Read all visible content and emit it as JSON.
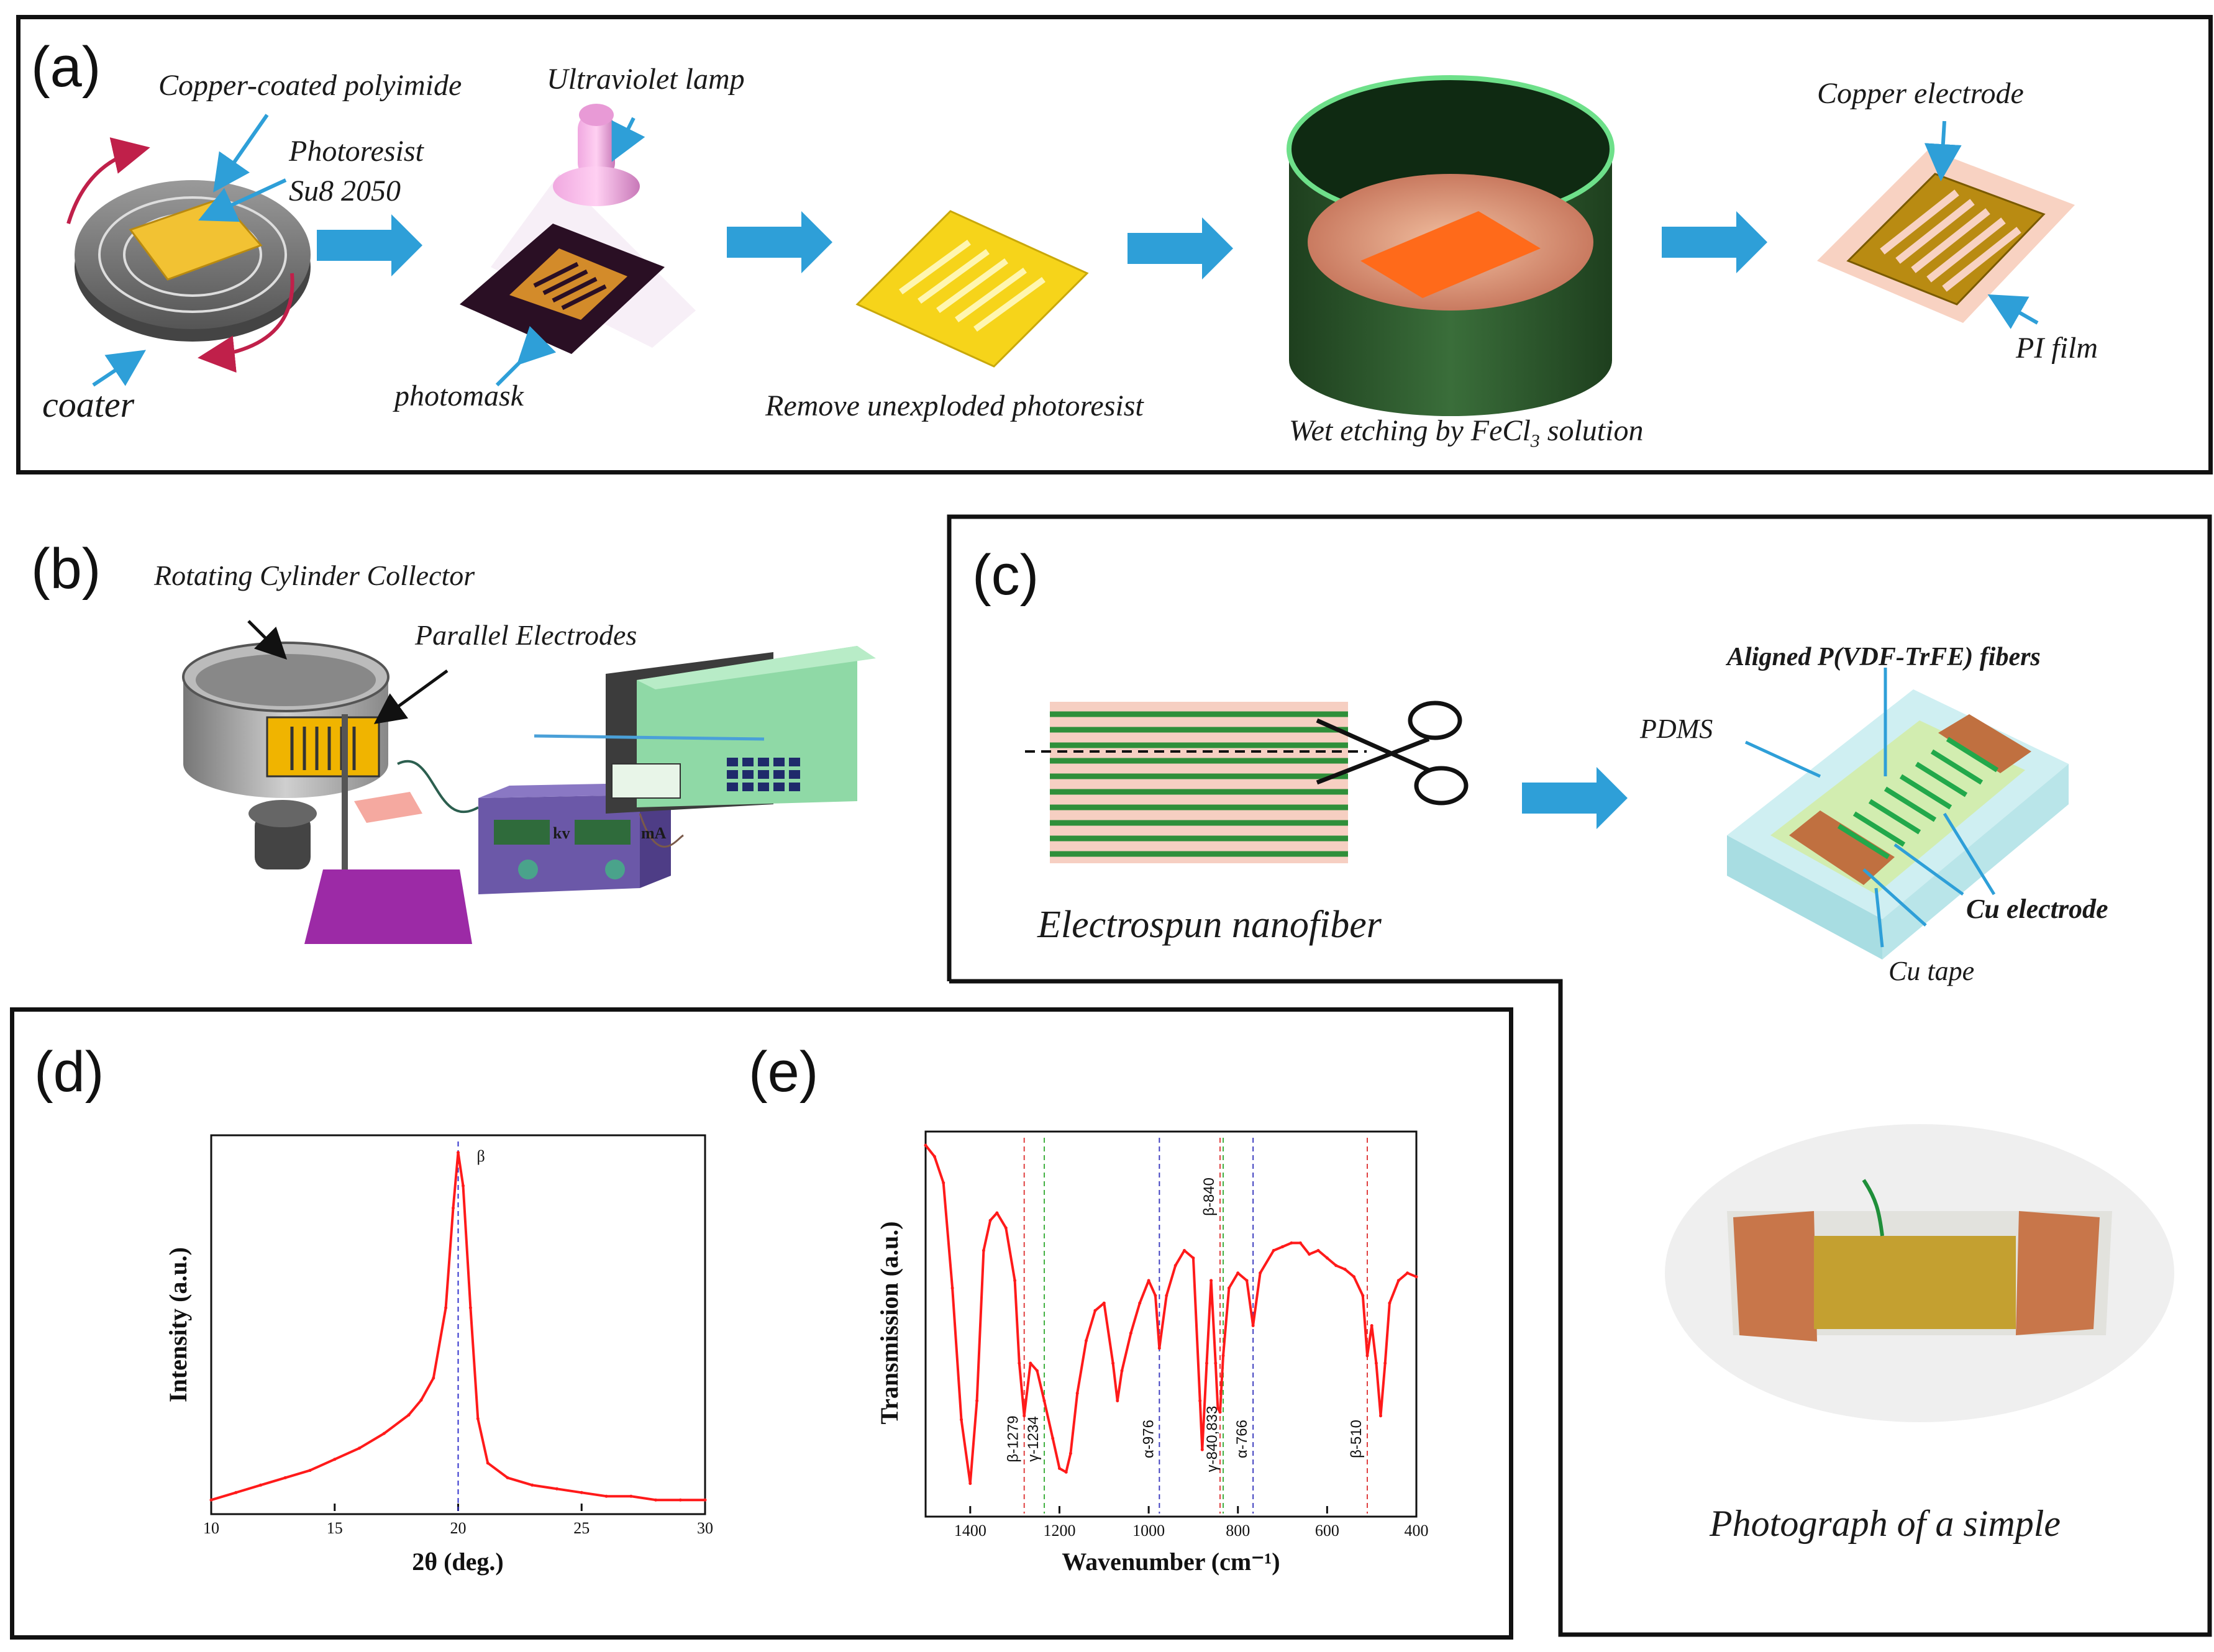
{
  "panels": {
    "a": {
      "letter": "(a)",
      "labels": {
        "copper_polyimide": "Copper-coated polyimide",
        "photoresist_1": "Photoresist",
        "photoresist_2": "Su8 2050",
        "coater": "coater",
        "uv_lamp": "Ultraviolet lamp",
        "photomask": "photomask",
        "remove": "Remove unexploded photoresist",
        "wet_etch_prefix": "Wet etching by FeCl",
        "wet_etch_sub": "3",
        "wet_etch_suffix": " solution",
        "copper_electrode": "Copper electrode",
        "pi_film": "PI film"
      }
    },
    "b": {
      "letter": "(b)",
      "labels": {
        "collector": "Rotating Cylinder Collector",
        "electrodes": "Parallel Electrodes",
        "kv": "kv",
        "ma": "mA"
      }
    },
    "c": {
      "letter": "(c)",
      "labels": {
        "nanofiber": "Electrospun nanofiber",
        "aligned": "Aligned  P(VDF-TrFE)  fibers",
        "pdms": "PDMS",
        "cu_electrode": "Cu  electrode",
        "cu_tape": "Cu tape",
        "photo": "Photograph of a simple"
      }
    },
    "d": {
      "letter": "(d)"
    },
    "e": {
      "letter": "(e)"
    }
  },
  "colors": {
    "arrow": "#2e9fd8",
    "curve": "#ff1a1a",
    "copper": "#c98a2a",
    "gold": "#f5d020"
  },
  "chart_data": [
    {
      "type": "line",
      "title": "",
      "xlabel": "2θ (deg.)",
      "ylabel": "Intensity (a.u.)",
      "xlim": [
        10,
        30
      ],
      "xticks": [
        10,
        15,
        20,
        25,
        30
      ],
      "yticks_shown": false,
      "annotations": [
        {
          "x": 20.0,
          "label": "β",
          "line_color": "#3333cc"
        }
      ],
      "series": [
        {
          "x": [
            10,
            11,
            12,
            13,
            14,
            15,
            16,
            17,
            18,
            18.5,
            19,
            19.5,
            19.8,
            20.0,
            20.2,
            20.5,
            20.8,
            21.2,
            22,
            23,
            24,
            25,
            26,
            27,
            28,
            29,
            30
          ],
          "y": [
            0.03,
            0.05,
            0.07,
            0.09,
            0.11,
            0.14,
            0.17,
            0.21,
            0.26,
            0.3,
            0.36,
            0.55,
            0.82,
            0.97,
            0.88,
            0.55,
            0.25,
            0.13,
            0.09,
            0.07,
            0.06,
            0.05,
            0.04,
            0.04,
            0.03,
            0.03,
            0.03
          ]
        }
      ]
    },
    {
      "type": "line",
      "title": "",
      "xlabel": "Wavenumber (cm⁻¹)",
      "ylabel": "Transmission (a.u.)",
      "xlim": [
        1500,
        400
      ],
      "x_reversed": true,
      "xticks": [
        1400,
        1200,
        1000,
        800,
        600,
        400
      ],
      "yticks_shown": false,
      "annotations": [
        {
          "x": 1279,
          "label": "β-1279",
          "line_color": "#e04040"
        },
        {
          "x": 1234,
          "label": "γ-1234",
          "line_color": "#40b040"
        },
        {
          "x": 976,
          "label": "α-976",
          "line_color": "#4040c0"
        },
        {
          "x": 840,
          "label": "β-840",
          "line_color": "#e04040"
        },
        {
          "x": 833,
          "label": "γ-840,833",
          "line_color": "#40b040"
        },
        {
          "x": 766,
          "label": "α-766",
          "line_color": "#4040c0"
        },
        {
          "x": 510,
          "label": "β-510",
          "line_color": "#e04040"
        }
      ],
      "series": [
        {
          "x": [
            1500,
            1480,
            1460,
            1440,
            1420,
            1400,
            1385,
            1370,
            1355,
            1340,
            1320,
            1300,
            1290,
            1279,
            1265,
            1250,
            1234,
            1215,
            1200,
            1185,
            1175,
            1160,
            1140,
            1120,
            1100,
            1080,
            1070,
            1060,
            1040,
            1020,
            1000,
            985,
            976,
            960,
            940,
            920,
            900,
            885,
            880,
            870,
            860,
            850,
            845,
            840,
            833,
            820,
            800,
            780,
            766,
            750,
            720,
            700,
            680,
            660,
            640,
            620,
            600,
            580,
            560,
            540,
            520,
            510,
            500,
            490,
            480,
            470,
            460,
            440,
            420,
            400
          ],
          "y": [
            0.98,
            0.95,
            0.88,
            0.6,
            0.25,
            0.08,
            0.3,
            0.7,
            0.78,
            0.8,
            0.76,
            0.62,
            0.4,
            0.26,
            0.4,
            0.38,
            0.3,
            0.2,
            0.12,
            0.11,
            0.16,
            0.32,
            0.46,
            0.54,
            0.56,
            0.4,
            0.3,
            0.38,
            0.48,
            0.56,
            0.62,
            0.58,
            0.44,
            0.58,
            0.66,
            0.7,
            0.68,
            0.3,
            0.17,
            0.4,
            0.62,
            0.4,
            0.28,
            0.27,
            0.42,
            0.6,
            0.64,
            0.62,
            0.5,
            0.64,
            0.7,
            0.71,
            0.72,
            0.72,
            0.69,
            0.7,
            0.68,
            0.66,
            0.65,
            0.63,
            0.58,
            0.42,
            0.5,
            0.4,
            0.26,
            0.4,
            0.56,
            0.62,
            0.64,
            0.63
          ]
        }
      ]
    }
  ]
}
